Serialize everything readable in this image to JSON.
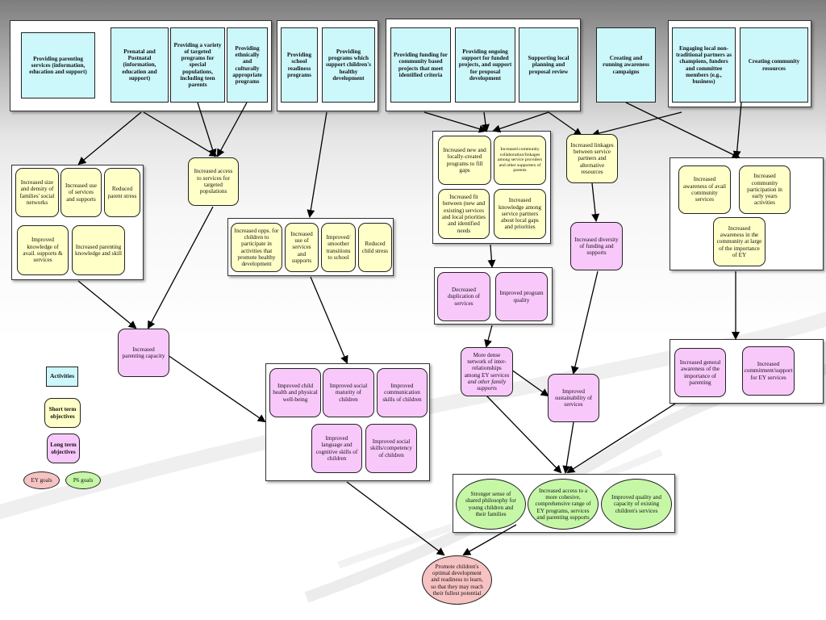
{
  "activities": {
    "parenting_services": "Providing parenting services (information, education and support)",
    "prenatal_postnatal": "Prenatal and Postnatal (information, education and support)",
    "targeted_programs": "Providing a variety of targeted programs for special populations, including teen parents",
    "ethnic_programs": "Providing ethnically and culturally appropriate programs",
    "school_readiness": "Providing school readiness programs",
    "healthy_development": "Providing programs which support children's healthy development",
    "funding_projects": "Providing funding for community based projects that meet identified criteria",
    "ongoing_support": "Providing ongoing support for funded projects, and support for proposal development",
    "local_planning": "Supporting local planning and proposal review",
    "awareness_campaigns": "Creating and running awareness campaigns",
    "engaging_partners": "Engaging local non-traditional partners as champions, funders and committee members (e.g., business)",
    "community_resources": "Creating community resources"
  },
  "short_term": {
    "social_networks": "Increased size and density of families' social networks",
    "use_services_1": "Increased use of services and supports",
    "reduced_stress_1": "Reduced parent stress",
    "knowledge_supports": "Improved knowledge of avail. supports & services",
    "parenting_knowledge": "Increased parenting knowledge and skill",
    "access_targeted": "Increased access to services for targeted populations",
    "opps_participate": "Increased opps. for children to participate in activities that promote healthy development",
    "use_services_2": "Increased use of services and supports",
    "transitions": "Improved/ smoother transitions to school",
    "child_stress": "Reduced child stress",
    "new_programs": "Increased new and locally-created programs to fill gaps",
    "collaboration": "Increased community collaboration/linkages among service providers and other supporters of parents",
    "improved_fit": "Increased fit between (new and existing) services and local priorities and identified needs",
    "knowledge_gaps": "Increased knowledge among service partners about local gaps and priorities",
    "linkages": "Increased linkages between service partners and alternative resources",
    "awareness_services": "Increased awareness of avail community services",
    "community_participation": "Increased community participation in early years activities",
    "awareness_ey": "Increased awareness in the community at large of the importance of EY"
  },
  "long_term": {
    "parenting_capacity": "Increased parenting capacity",
    "reduced_duplication": "Decreased duplication of services",
    "program_quality": "Improved program quality",
    "dense_network_line1": "More dense network of inter-relationships among EY services",
    "dense_network_line2": "and other family supports",
    "diversity_funding": "Increased diversity of funding and supports",
    "sustainability": "Improved sustainability of services",
    "general_awareness": "Increased general awareness of the importance of parenting",
    "commitment": "Increased commitment/support for EY services",
    "health_wellbeing": "Improved child health and physical well-being",
    "social_maturity": "Improved social maturity of children",
    "communication": "Improved communication skills of children",
    "language_cognitive": "Improved language and cognitive skills of children",
    "social_competency": "Improved social skills/competency of children"
  },
  "p6_goals": {
    "shared_philosophy": "Stronger sense of shared philosophy for young children and their families",
    "cohesive_range": "Increased access to a more cohesive, comprehensive range of EY programs, services and parenting supports",
    "quality_capacity": "Improved quality and capacity of existing children's services"
  },
  "ey_goal": {
    "optimal_development": "Promote children's optimal development and readiness to learn, so that they may reach their fullest potential"
  },
  "legend": {
    "activities": "Activities",
    "short_term": "Short term objectives",
    "long_term": "Long term objectives",
    "ey_goals": "EY goals",
    "p6_goals": "P6 goals"
  },
  "colors": {
    "activity": "#ccf7fb",
    "short_term": "#ffffc8",
    "long_term": "#f9c8fb",
    "p6_goal": "#c6f7a6",
    "ey_goal": "#f7c2c2"
  }
}
